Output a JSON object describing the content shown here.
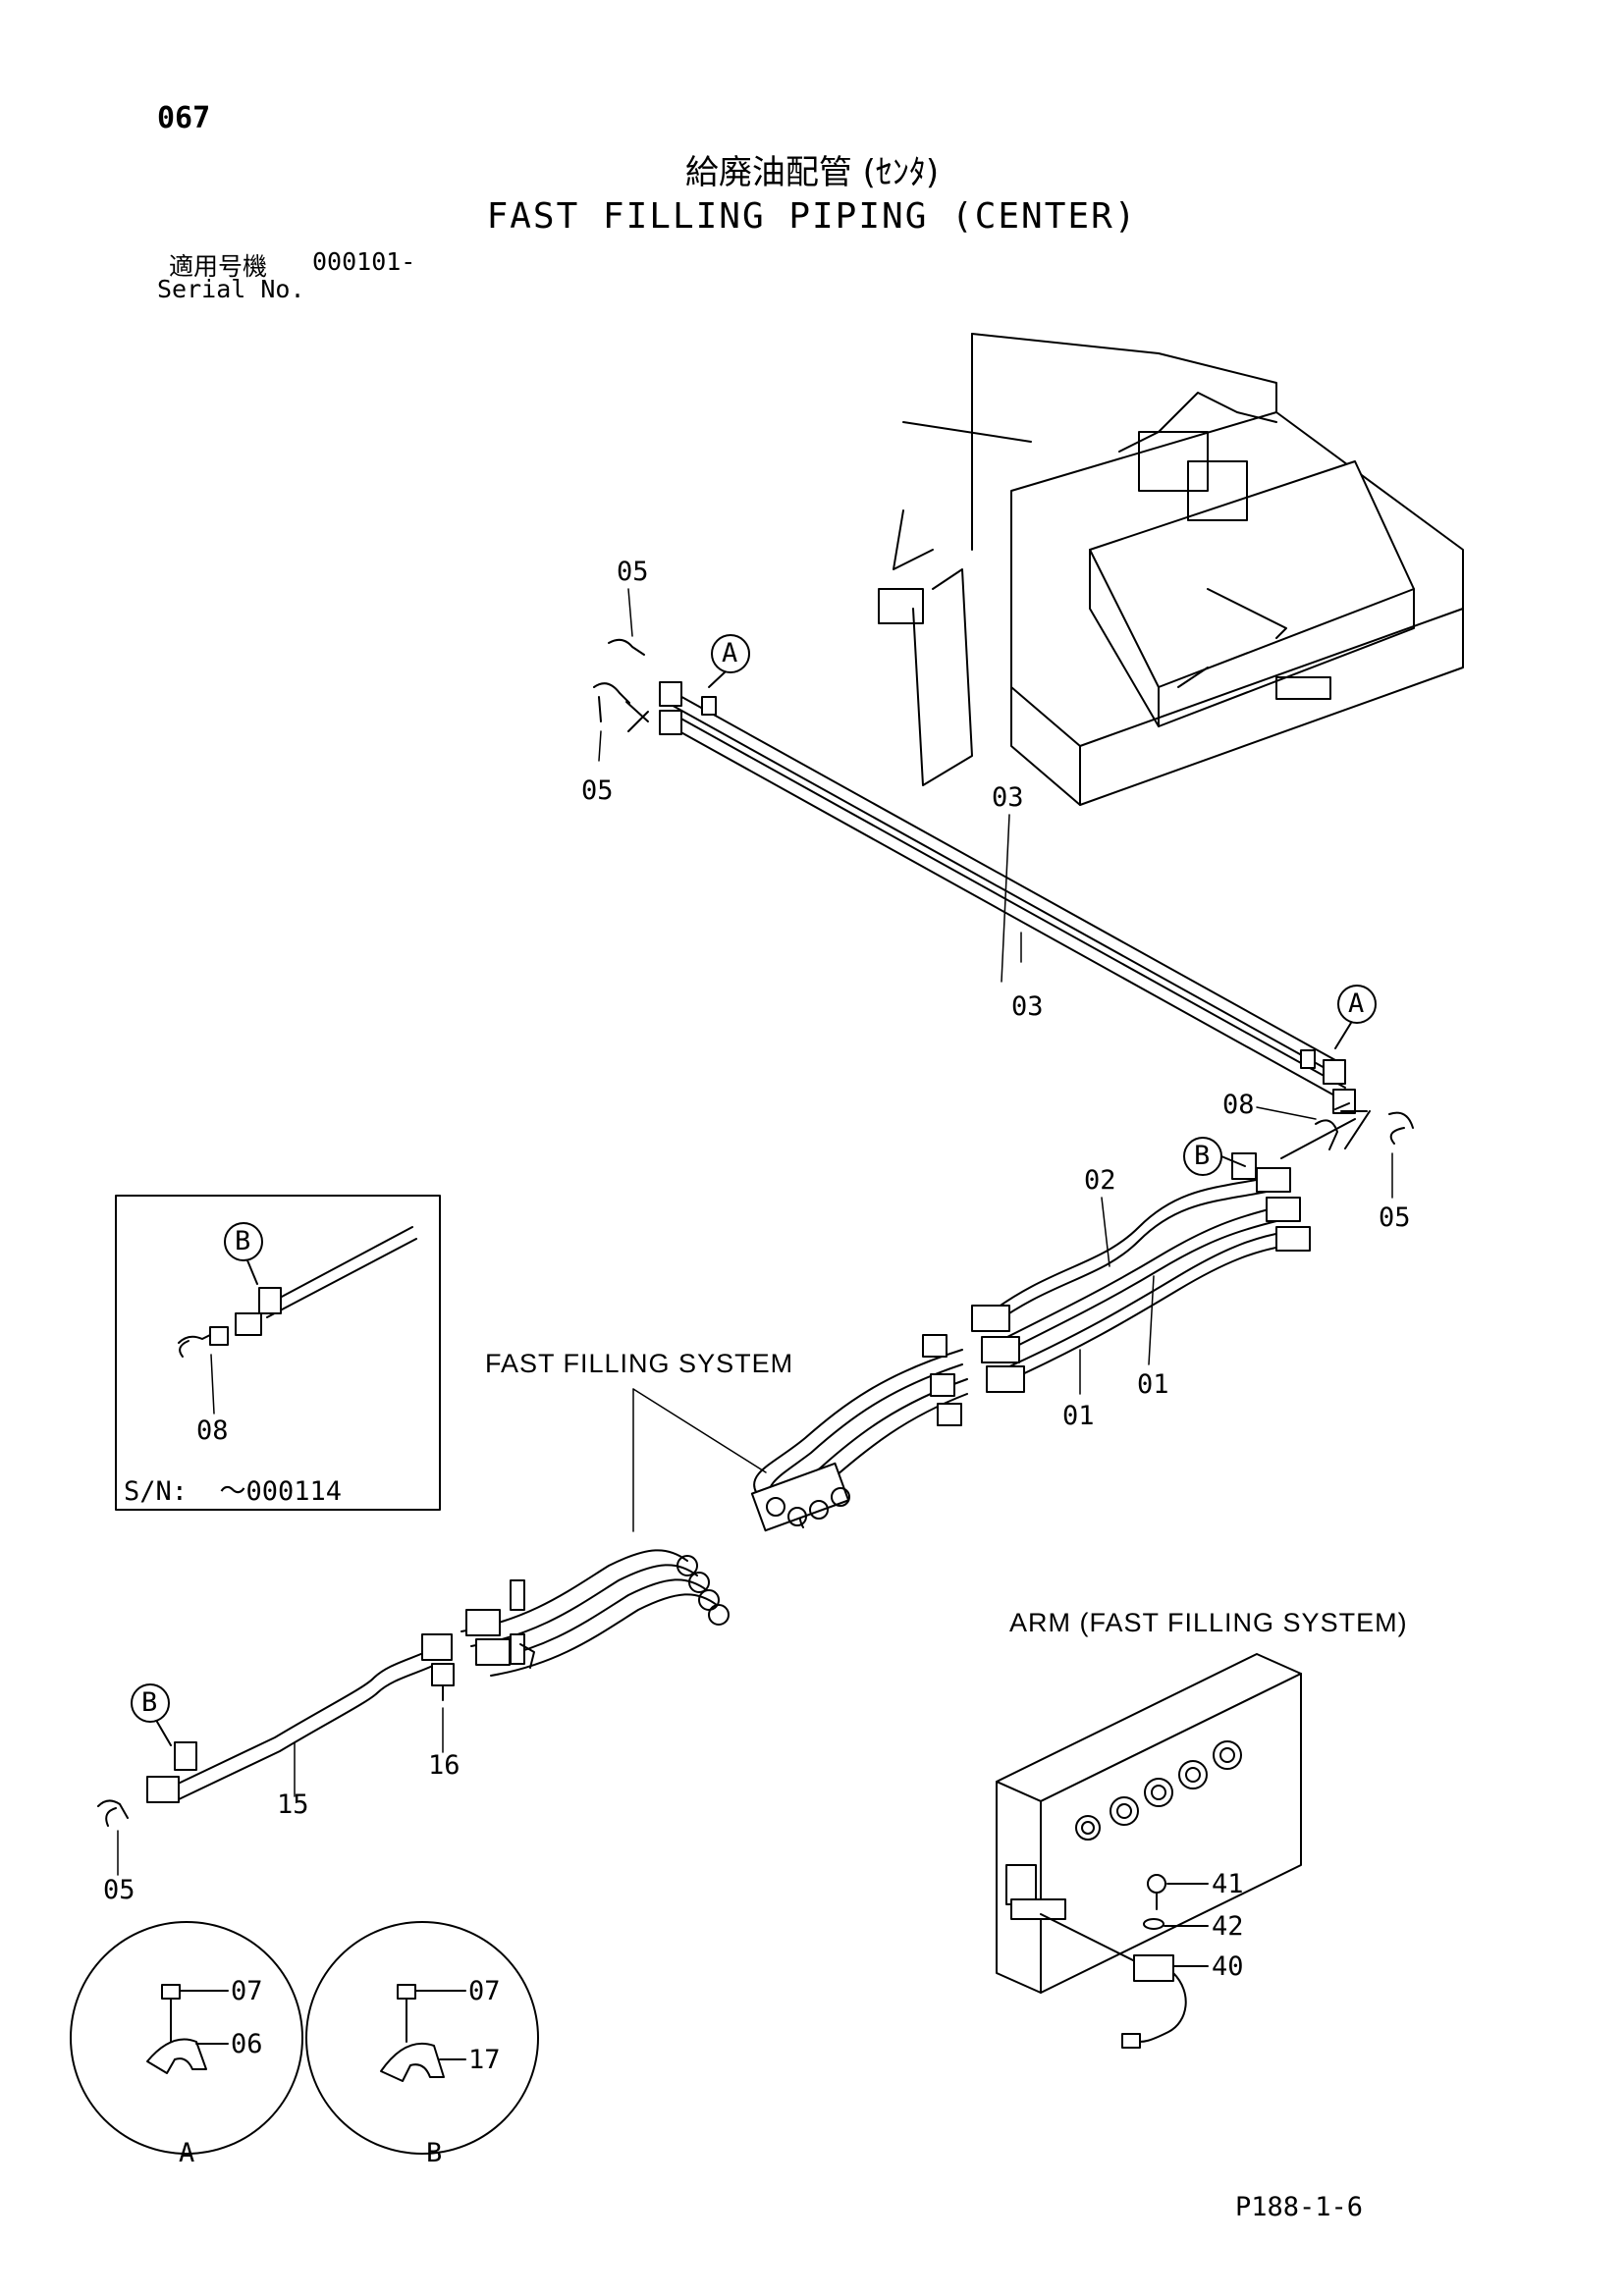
{
  "header": {
    "page_number": "067",
    "title_jp": "給廃油配管 (ｾﾝﾀ)",
    "title_en": "FAST FILLING PIPING (CENTER)",
    "serial_label_jp": "適用号機",
    "serial_value": "000101-",
    "serial_label_en": "Serial No."
  },
  "captions": {
    "fast_filling_system": "FAST FILLING SYSTEM",
    "arm_fast_filling_system": "ARM (FAST FILLING SYSTEM)",
    "inset_serial": "S/N:  ～000114",
    "detail_a": "A",
    "detail_b": "B"
  },
  "view_markers": [
    "A",
    "A",
    "B",
    "B",
    "B"
  ],
  "part_labels": {
    "p05_top": "05",
    "p05_left": "05",
    "p03_upper": "03",
    "p03_lower": "03",
    "p08_main": "08",
    "p05_right": "05",
    "p02": "02",
    "p01_right": "01",
    "p01_center": "01",
    "p08_inset": "08",
    "p16": "16",
    "p15": "15",
    "p05_bottom": "05",
    "p07_a": "07",
    "p06": "06",
    "p07_b": "07",
    "p17": "17",
    "p41": "41",
    "p42": "42",
    "p40": "40"
  },
  "figure_code": "P188-1-6"
}
